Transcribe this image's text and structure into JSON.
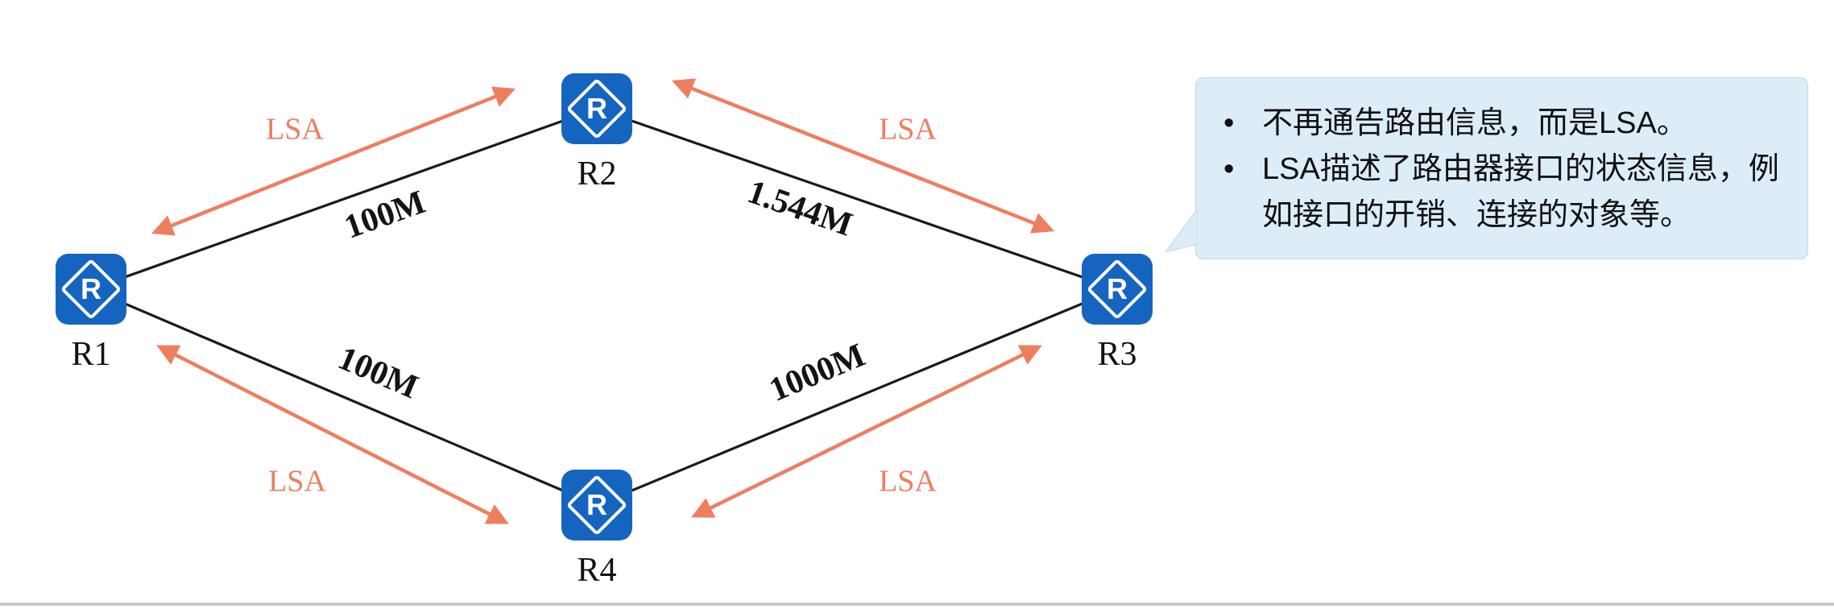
{
  "diagram": {
    "router_icon_letter": "R",
    "nodes": [
      {
        "id": "r1",
        "label": "R1"
      },
      {
        "id": "r2",
        "label": "R2"
      },
      {
        "id": "r3",
        "label": "R3"
      },
      {
        "id": "r4",
        "label": "R4"
      }
    ],
    "links": [
      {
        "from": "R1",
        "to": "R2",
        "bandwidth": "100M",
        "lsa_label": "LSA"
      },
      {
        "from": "R2",
        "to": "R3",
        "bandwidth": "1.544M",
        "lsa_label": "LSA"
      },
      {
        "from": "R1",
        "to": "R4",
        "bandwidth": "100M",
        "lsa_label": "LSA"
      },
      {
        "from": "R4",
        "to": "R3",
        "bandwidth": "1000M",
        "lsa_label": "LSA"
      }
    ]
  },
  "callout": {
    "bullet_char": "•",
    "bullets": [
      "不再通告路由信息，而是LSA。",
      "LSA描述了路由器接口的状态信息，例如接口的开销、连接的对象等。"
    ]
  },
  "colors": {
    "router_blue": "#1565c0",
    "lsa_salmon": "#ee7e60",
    "link_black": "#1a1a1a",
    "callout_bg": "#dcedf8"
  }
}
